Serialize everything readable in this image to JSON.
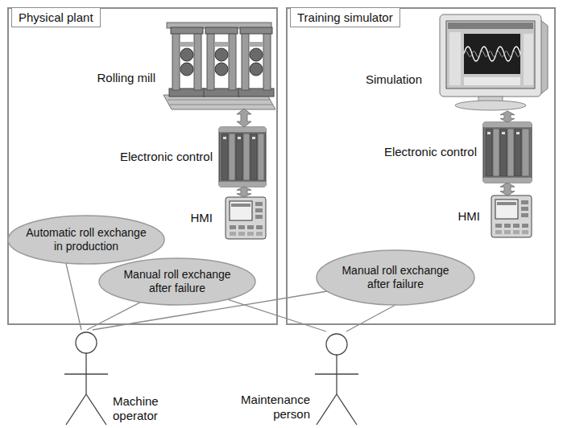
{
  "diagram": {
    "nodes": [
      {
        "text": [
          "Physical plant"
        ]
      },
      {
        "text": [
          "Rolling mill"
        ],
        "in": 0
      },
      {
        "text": [
          "Electronic control"
        ],
        "in": 0
      },
      {
        "text": [
          "HMI"
        ],
        "in": 0
      },
      {
        "text": [
          "Automatic roll exchange in production"
        ],
        "in": 0
      },
      {
        "text": [
          "Manual roll exchange after failure"
        ],
        "in": 0
      },
      {
        "text": [
          "Training simulator"
        ]
      },
      {
        "text": [
          "Simulation"
        ],
        "in": 6
      },
      {
        "text": [
          "Electronic control"
        ],
        "in": 6
      },
      {
        "text": [
          "HMI"
        ],
        "in": 6
      },
      {
        "text": [
          "Manual roll exchange after failure"
        ],
        "in": 6
      },
      {
        "text": [
          "Machine operator"
        ]
      },
      {
        "text": [
          "Maintenance person"
        ]
      }
    ],
    "edges": [
      {
        "from": 1,
        "to": 2,
        "arrow": "both"
      },
      {
        "from": 2,
        "to": 3,
        "arrow": "both"
      },
      {
        "from": 7,
        "to": 8,
        "arrow": "both"
      },
      {
        "from": 8,
        "to": 9,
        "arrow": "both"
      },
      {
        "from": 11,
        "to": 4,
        "arrow": "none"
      },
      {
        "from": 11,
        "to": 5,
        "arrow": "none"
      },
      {
        "from": 11,
        "to": 10,
        "arrow": "none"
      },
      {
        "from": 12,
        "to": 5,
        "arrow": "none"
      },
      {
        "from": 12,
        "to": 10,
        "arrow": "none"
      }
    ]
  }
}
